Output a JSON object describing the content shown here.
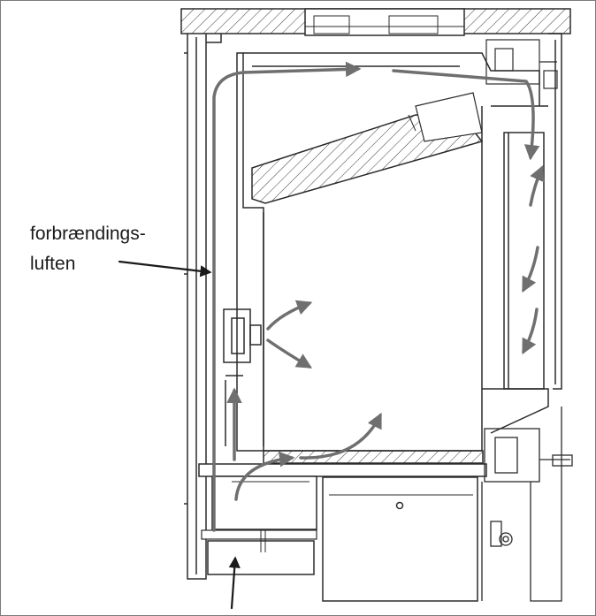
{
  "labels": {
    "line1": "forbrændings-",
    "line2": "luften"
  },
  "colors": {
    "outline": "#2b2b2b",
    "airflow_arrow": "#6f6f6f",
    "hatch": "#3a3a3a",
    "frame": "#7a7a7a"
  },
  "icons": [
    "airflow-arrow",
    "pointer-arrow"
  ]
}
